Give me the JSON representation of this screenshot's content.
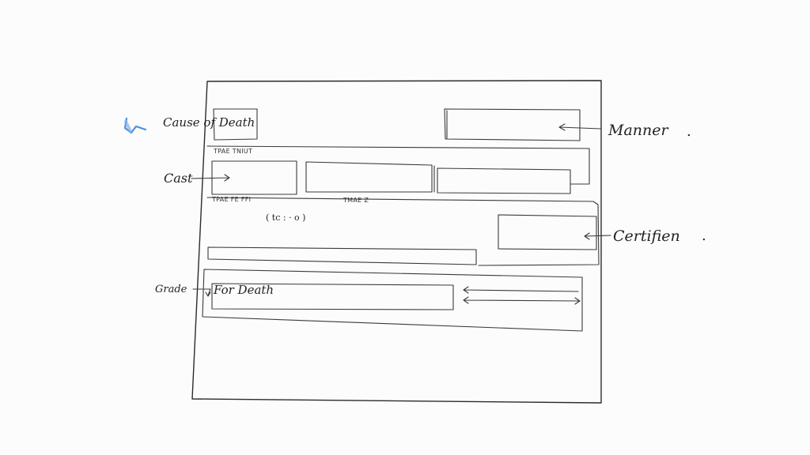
{
  "labels": {
    "cause_of_death": "Cause of Death",
    "manner": "Manner",
    "manner_dot": ".",
    "cast": "Cast",
    "certifier": "Certifien",
    "certifier_dot": ".",
    "grade": "Grade",
    "for_death": "For Death",
    "small_caption_1": "TPAE TNIUT",
    "small_caption_2": "TPAE FE FFI",
    "small_caption_3": "TMAE Z",
    "time_hint": "( tc : · o )"
  },
  "colors": {
    "ink": "#2b2b2b",
    "accent_mark": "#4a90d9"
  },
  "icons": {
    "corner_mark": "blue-pen-mark-icon"
  }
}
